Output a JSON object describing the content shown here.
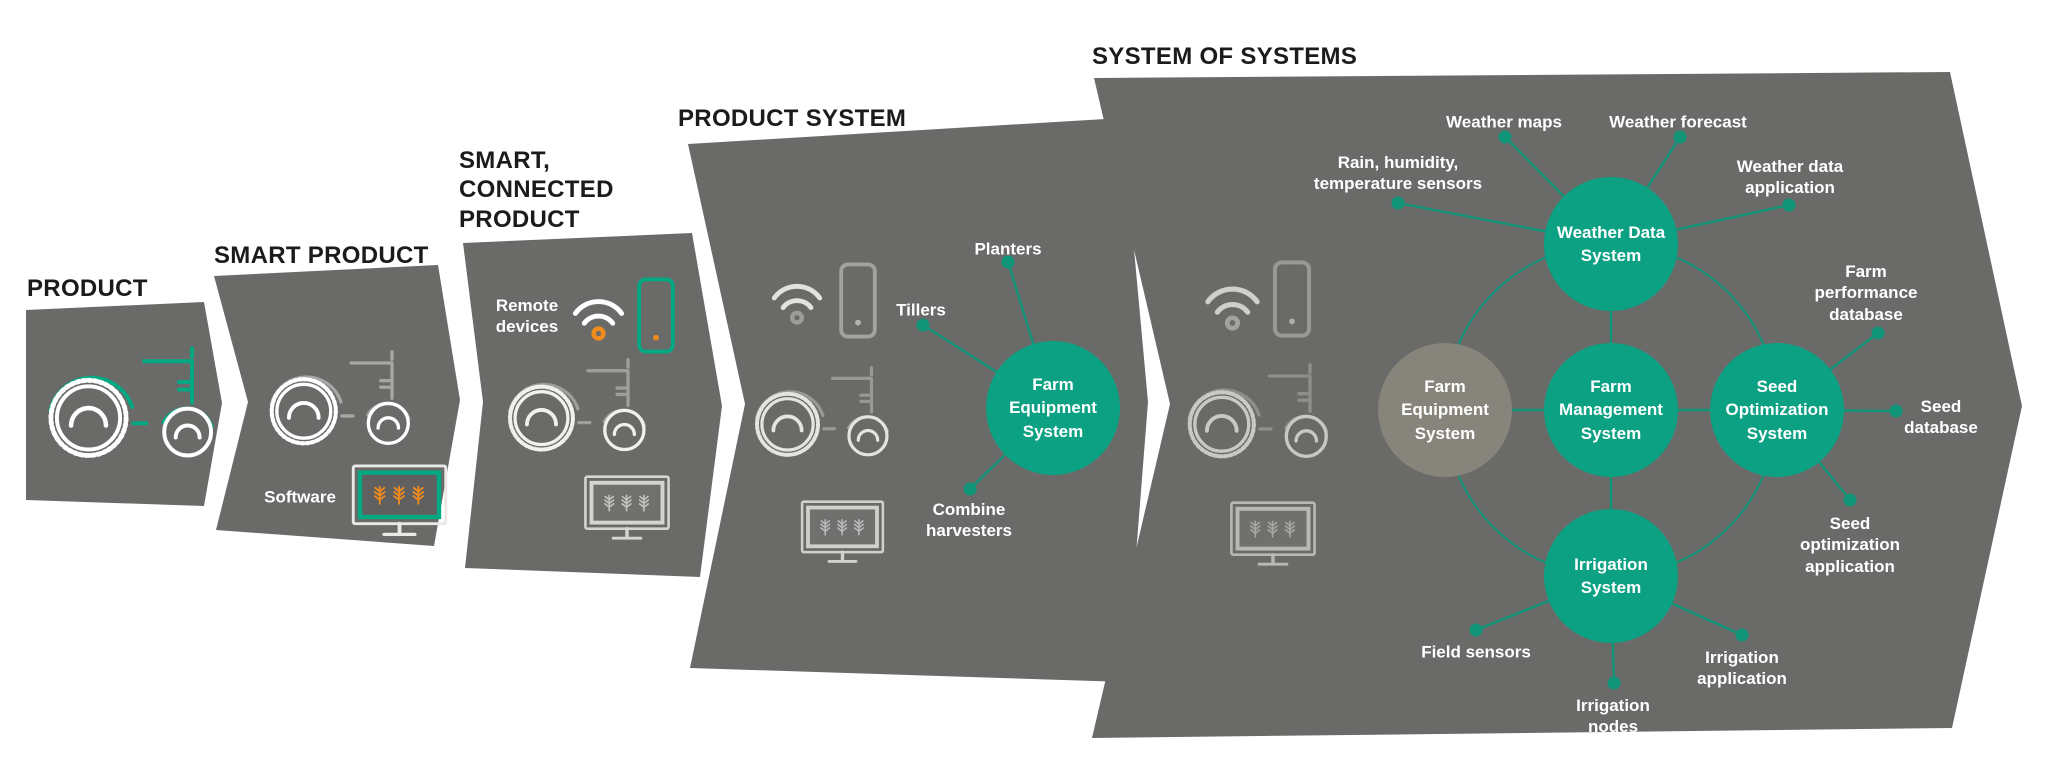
{
  "colors": {
    "hpe_green": "#01a982",
    "circle_green": "#0ca183",
    "connector_green": "#0f9478",
    "panel_gray": "#6a6a68",
    "equipment_circle_gray": "#87847b",
    "accent_orange": "#f28b1e",
    "heading_black": "#1b1b1b",
    "label_white": "#ffffff"
  },
  "icons": {
    "tractor": "tractor-icon",
    "wifi": "wifi-signal-icon",
    "phone": "smartphone-icon",
    "monitor": "software-monitor-icon",
    "wheat": "wheat-icon"
  },
  "panels": {
    "product": {
      "heading": "PRODUCT"
    },
    "smart_product": {
      "heading": "SMART PRODUCT",
      "software_label": "Software"
    },
    "smart_connected_product": {
      "heading": "SMART, CONNECTED PRODUCT",
      "remote_devices_label": "Remote devices"
    },
    "product_system": {
      "heading": "PRODUCT SYSTEM",
      "hub_circle": "Farm Equipment System",
      "satellites": {
        "planters": "Planters",
        "tillers": "Tillers",
        "combine_harvesters": "Combine harvesters"
      }
    },
    "system_of_systems": {
      "heading": "SYSTEM OF SYSTEMS",
      "circles": {
        "farm_equipment": "Farm Equipment System",
        "farm_management": "Farm Management System",
        "weather_data": "Weather Data System",
        "seed_optimization": "Seed Optimization System",
        "irrigation": "Irrigation System"
      },
      "satellites": {
        "weather_maps": "Weather maps",
        "weather_forecast": "Weather forecast",
        "rain_humidity_temperature_sensors": "Rain, humidity, temperature sensors",
        "weather_data_application": "Weather data application",
        "farm_performance_database": "Farm performance database",
        "seed_database": "Seed database",
        "seed_optimization_application": "Seed optimization application",
        "field_sensors": "Field sensors",
        "irrigation_nodes": "Irrigation nodes",
        "irrigation_application": "Irrigation application"
      }
    }
  }
}
